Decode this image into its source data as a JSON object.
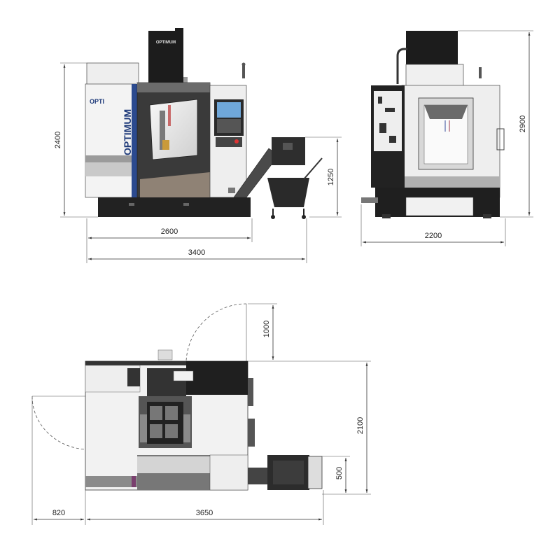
{
  "brand": {
    "logo_text": "OPTIMUM",
    "badge_text": "OPTI",
    "accent": "#2b4a8f",
    "dark": "#1c1c1c",
    "light": "#f2f2f2",
    "mid_gray": "#a8a8a8"
  },
  "front_view": {
    "height_label": "2400",
    "coolant_height_label": "1250",
    "machine_width_label": "2600",
    "total_width_label": "3400"
  },
  "side_view": {
    "height_label": "2900",
    "depth_label": "2200"
  },
  "top_view": {
    "door_clearance_label": "1000",
    "depth_label": "2100",
    "conveyor_label": "500",
    "side_door_label": "820",
    "total_width_label": "3650"
  }
}
